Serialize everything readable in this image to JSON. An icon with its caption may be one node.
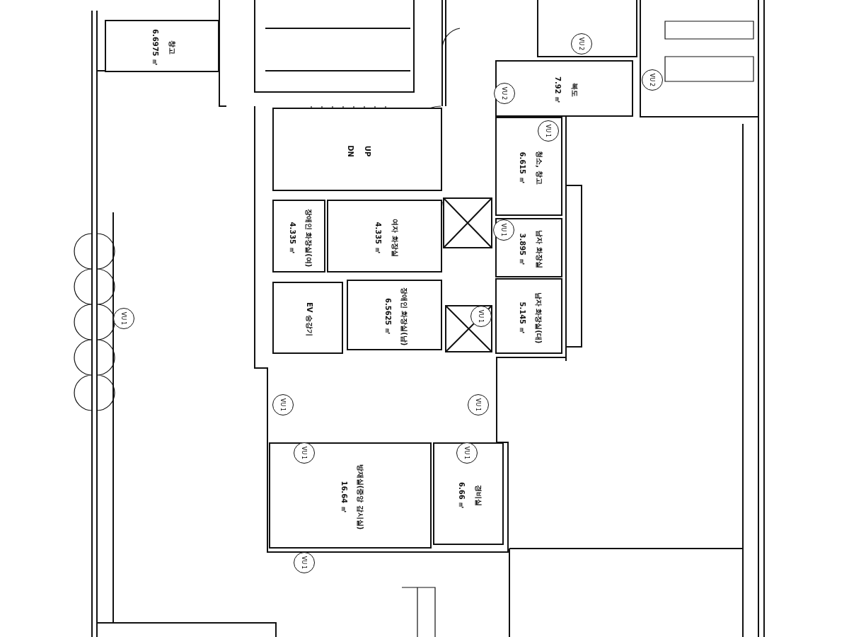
{
  "diagram": {
    "nodes": [
      {
        "text": [
          "창고",
          "6.6975 ㎡"
        ]
      },
      {
        "text": [
          "복도",
          "7.92 ㎡"
        ]
      },
      {
        "text": [
          "UP",
          "DN"
        ]
      },
      {
        "text": [
          "청소, 창고",
          "6.615 ㎡"
        ]
      },
      {
        "text": [
          "장애인 화장실(여)",
          "4.335 ㎡"
        ]
      },
      {
        "text": [
          "여자 화장실",
          "4.335 ㎡"
        ]
      },
      {
        "text": [
          "남자 화장실",
          "3.895 ㎡"
        ]
      },
      {
        "text": [
          "EV 승강기"
        ]
      },
      {
        "text": [
          "장애인 화장실(남)",
          "6.5625 ㎡"
        ]
      },
      {
        "text": [
          "남자 화장실(대)",
          "5.145 ㎡"
        ]
      },
      {
        "text": [
          "방재실(중앙 감시실)",
          "16.64 ㎡"
        ]
      },
      {
        "text": [
          "경비실",
          "6.66 ㎡"
        ]
      }
    ],
    "labels": [
      "VU",
      "2",
      "VU",
      "2",
      "VU",
      "2",
      "VU",
      "1",
      "VU",
      "1",
      "VU",
      "1",
      "VU",
      "1",
      "VU",
      "1",
      "VU",
      "1",
      "VU",
      "1",
      "VU",
      "1",
      "VU",
      "1"
    ]
  }
}
